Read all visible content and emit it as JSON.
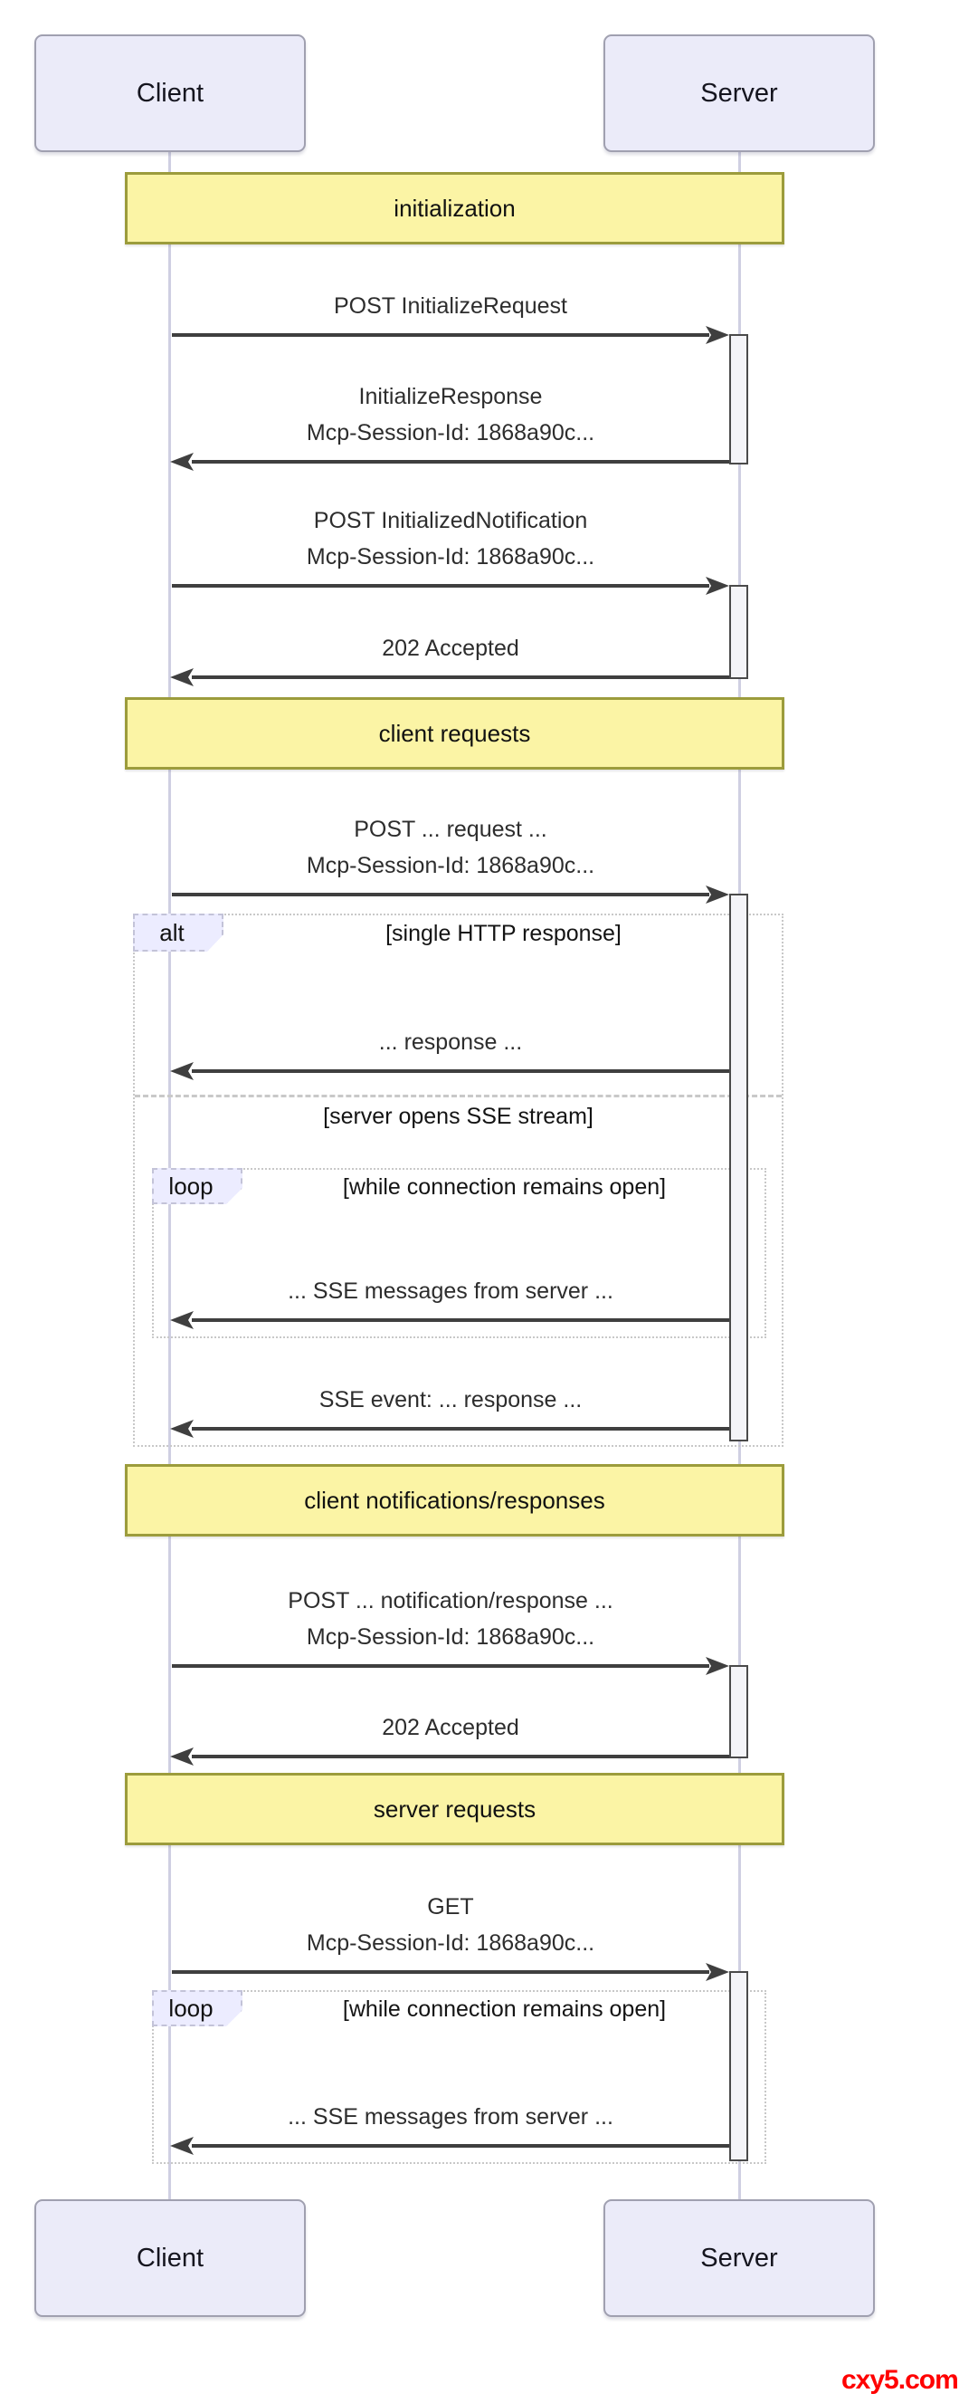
{
  "diagram_type": "sequence-diagram",
  "actors": {
    "client": "Client",
    "server": "Server"
  },
  "bands": [
    {
      "label": "initialization"
    },
    {
      "label": "client requests"
    },
    {
      "label": "client notifications/responses"
    },
    {
      "label": "server requests"
    }
  ],
  "messages": [
    {
      "dir": "right",
      "lines": [
        "POST InitializeRequest"
      ]
    },
    {
      "dir": "left",
      "lines": [
        "InitializeResponse",
        "Mcp-Session-Id: 1868a90c..."
      ]
    },
    {
      "dir": "right",
      "lines": [
        "POST InitializedNotification",
        "Mcp-Session-Id: 1868a90c..."
      ]
    },
    {
      "dir": "left",
      "lines": [
        "202 Accepted"
      ]
    },
    {
      "dir": "right",
      "lines": [
        "POST ... request ...",
        "Mcp-Session-Id: 1868a90c..."
      ]
    },
    {
      "dir": "left",
      "lines": [
        "... response ..."
      ]
    },
    {
      "dir": "left",
      "lines": [
        "... SSE messages from server ..."
      ]
    },
    {
      "dir": "left",
      "lines": [
        "SSE event: ... response ..."
      ]
    },
    {
      "dir": "right",
      "lines": [
        "POST ... notification/response ...",
        "Mcp-Session-Id: 1868a90c..."
      ]
    },
    {
      "dir": "left",
      "lines": [
        "202 Accepted"
      ]
    },
    {
      "dir": "right",
      "lines": [
        "GET",
        "Mcp-Session-Id: 1868a90c..."
      ]
    },
    {
      "dir": "left",
      "lines": [
        "... SSE messages from server ..."
      ]
    }
  ],
  "frames": {
    "alt": {
      "label": "alt",
      "condition": "[single HTTP response]"
    },
    "alt_divider_label": "[server opens SSE stream]",
    "loop_sse": {
      "label": "loop",
      "condition": "[while connection remains open]"
    },
    "loop_get": {
      "label": "loop",
      "condition": "[while connection remains open]"
    }
  },
  "watermark": "cxy5.com",
  "colors": {
    "actor_fill": "#EBEBF9",
    "actor_border": "#A0A0B0",
    "band_fill": "#FBF4A5",
    "band_border": "#9C9C3C",
    "frame_border": "#C8C8C8",
    "tab_fill": "#ECECFF",
    "activation_fill": "#F4F4F8",
    "activation_border": "#4A4A4A",
    "arrow": "#3F3F3F",
    "lifeline": "#CFCFE2",
    "watermark": "#FF0000"
  }
}
